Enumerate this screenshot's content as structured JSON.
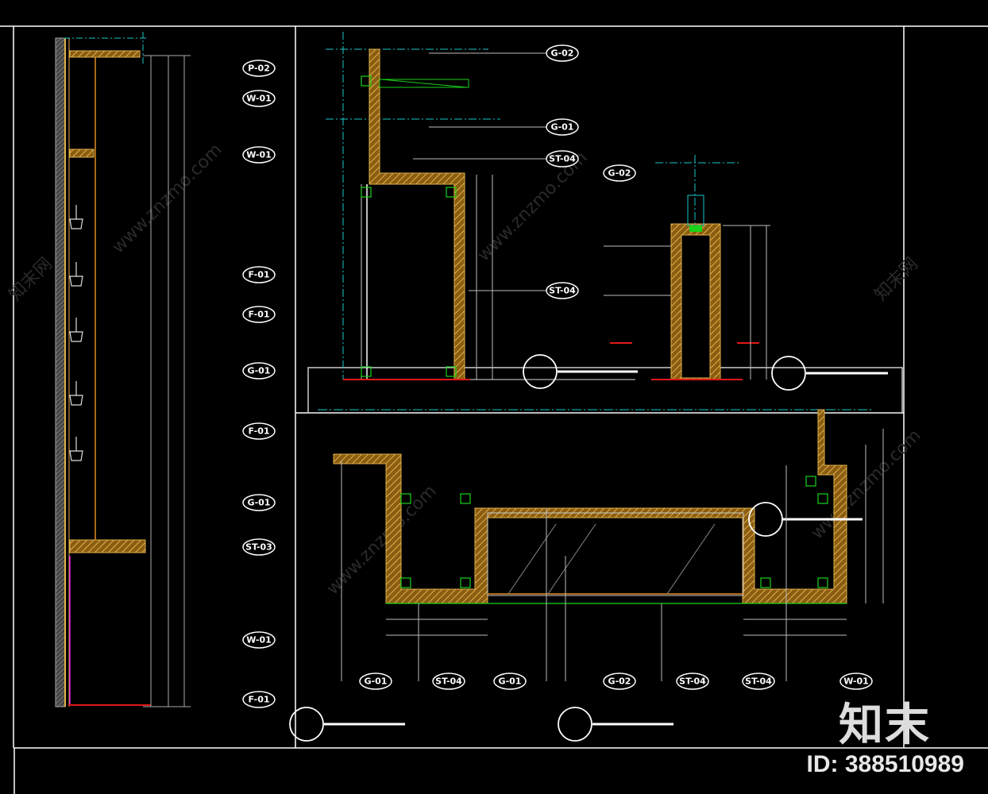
{
  "drawing": {
    "left_elevation_tags": [
      "P-02",
      "W-01",
      "W-01",
      "F-01",
      "F-01",
      "G-01",
      "F-01",
      "G-01",
      "ST-03",
      "W-01",
      "F-01"
    ],
    "top_section_tags": [
      "G-02",
      "G-01",
      "ST-04",
      "ST-04"
    ],
    "small_section_tags": [
      "G-02"
    ],
    "bottom_plan_tags": [
      "G-01",
      "ST-04",
      "G-01",
      "G-02",
      "ST-04",
      "ST-04",
      "W-01"
    ]
  },
  "watermark": {
    "site": "www.znzmo.com",
    "cn": "知末网"
  },
  "brand": {
    "logo": "知末",
    "id_label": "ID: 388510989"
  },
  "colors": {
    "frame": "#ffffff",
    "cyan": "#19c6c6",
    "wall_fill": "#b8862a",
    "green": "#19d219",
    "red": "#e01818",
    "magenta": "#e020e0",
    "dim_line": "#bbbbbb"
  }
}
